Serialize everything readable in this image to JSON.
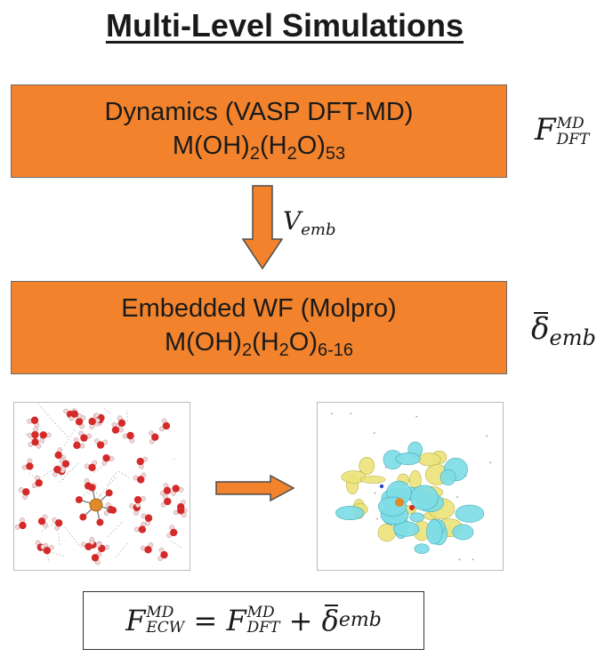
{
  "title": "Multi-Level Simulations",
  "box_dynamics": {
    "line1": "Dynamics (VASP DFT-MD)",
    "formula": {
      "p1": "M(OH)",
      "s1": "2",
      "p2": "(H",
      "s2": "2",
      "p3": "O)",
      "s3": "53"
    }
  },
  "box_embedded": {
    "line1": "Embedded WF (Molpro)",
    "formula": {
      "p1": "M(OH)",
      "s1": "2",
      "p2": "(H",
      "s2": "2",
      "p3": "O)",
      "s3": "6-16"
    }
  },
  "arrow_label": {
    "main": "V",
    "sub": "emb"
  },
  "side_dft": {
    "base": "F",
    "sup": "MD",
    "sub": "DFT"
  },
  "side_emb": {
    "base": "δ",
    "sub": "emb"
  },
  "formula": {
    "lhs_base": "F",
    "lhs_sup": "MD",
    "lhs_sub": "ECW",
    "eq": " = ",
    "t1_base": "F",
    "t1_sup": "MD",
    "t1_sub": "DFT",
    "plus": " + ",
    "t2_base": "δ",
    "t2_sub": "emb"
  },
  "colors": {
    "box_fill": "#f2832c",
    "arrow_fill": "#f2832c",
    "oxygen": "#d42a2a",
    "hydrogen": "#f0d8d8",
    "metal": "#e08a2a",
    "density_cyan": "#7fdde6",
    "density_yellow": "#ece37a"
  }
}
